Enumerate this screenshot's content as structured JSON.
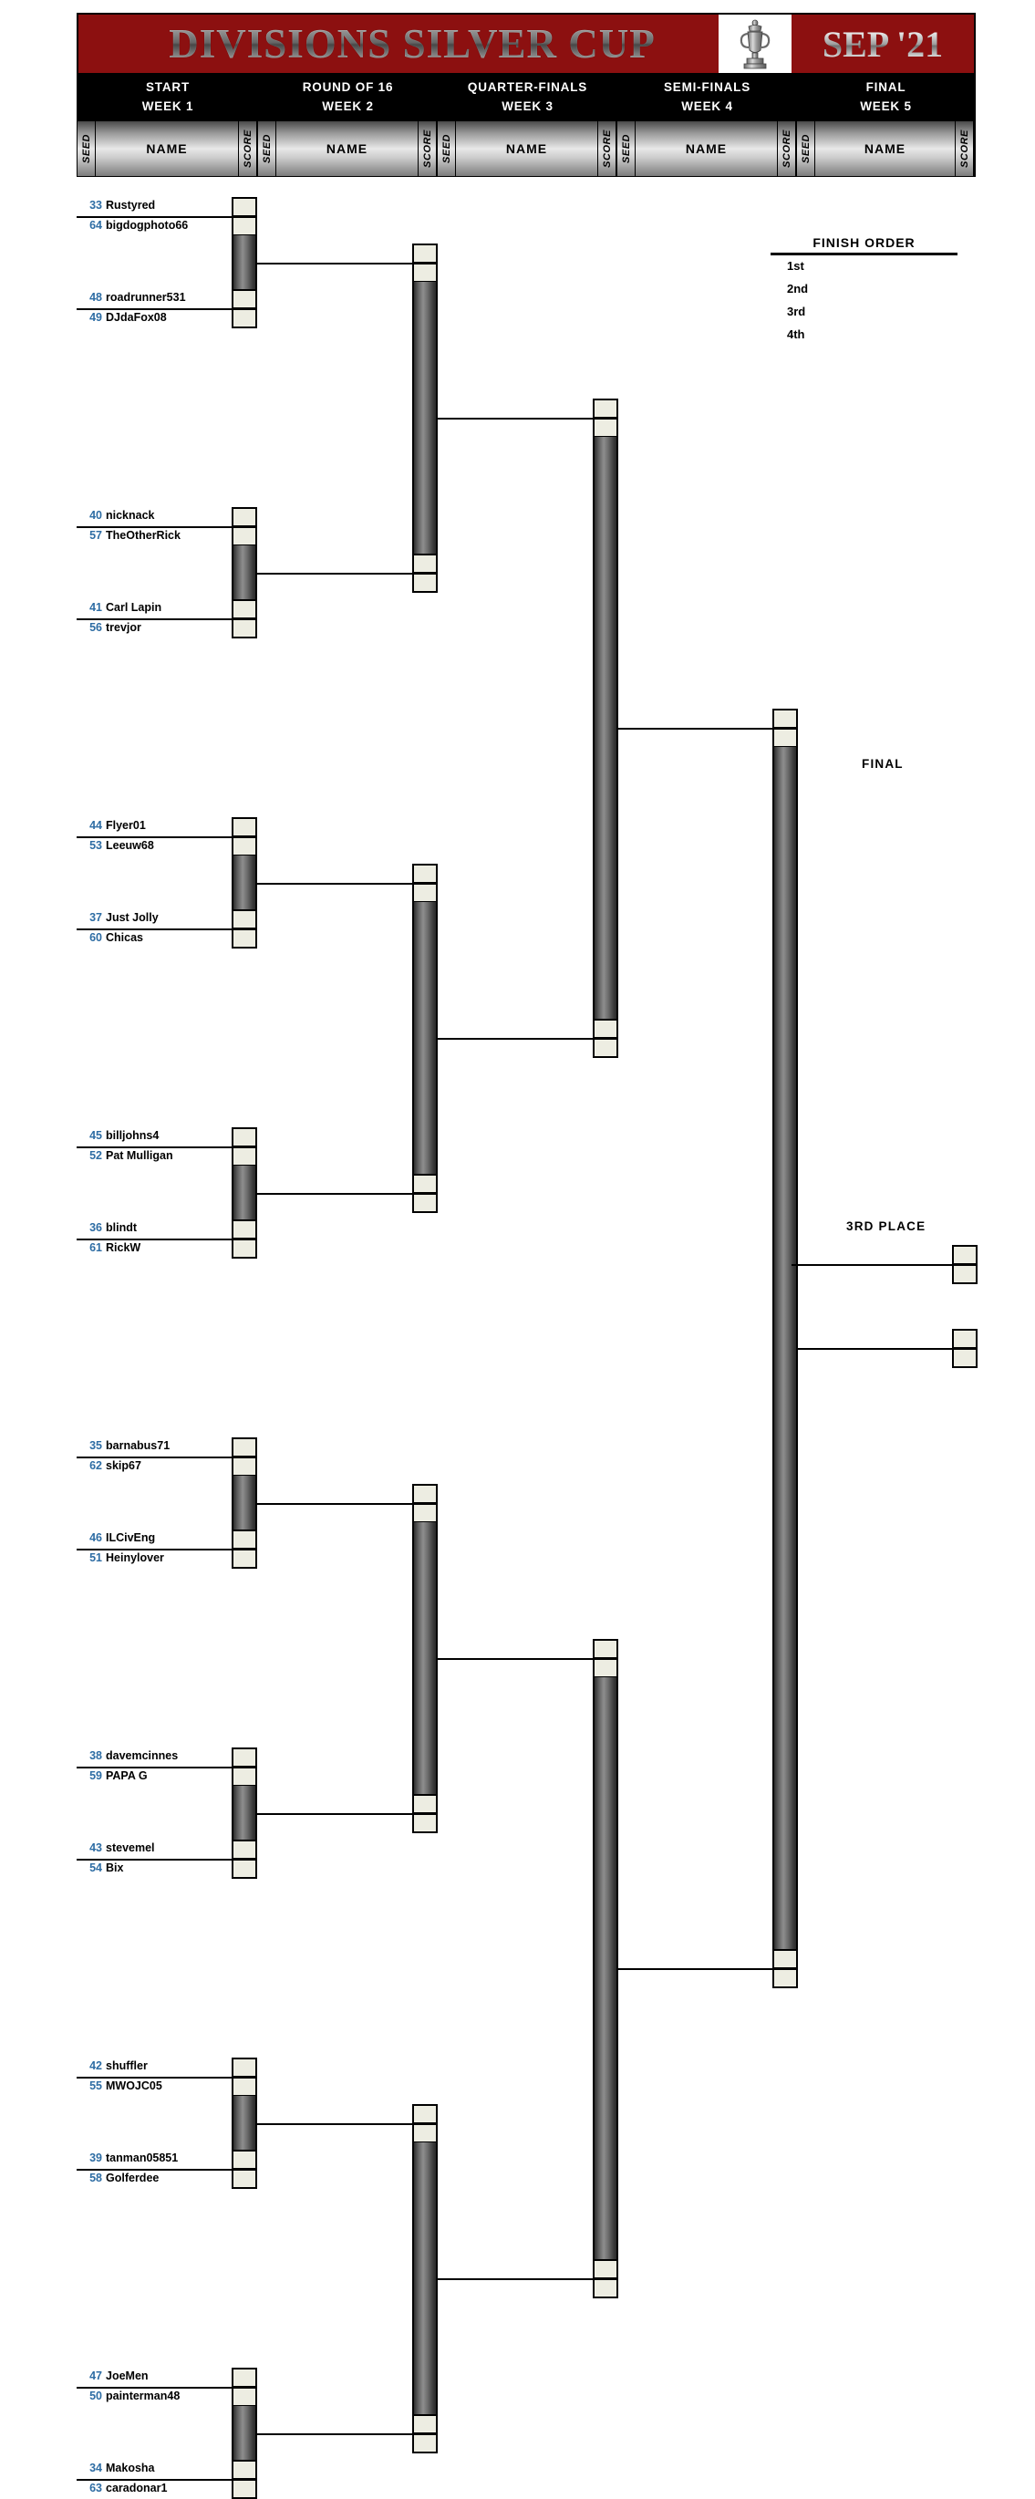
{
  "banner": {
    "title": "DIVISIONS SILVER CUP",
    "date": "SEP '21",
    "trophy_icon": "trophy-icon",
    "bg_color": "#8c1010"
  },
  "rounds": [
    {
      "name": "START",
      "week": "WEEK 1"
    },
    {
      "name": "ROUND OF 16",
      "week": "WEEK 2"
    },
    {
      "name": "QUARTER-FINALS",
      "week": "WEEK 3"
    },
    {
      "name": "SEMI-FINALS",
      "week": "WEEK 4"
    },
    {
      "name": "FINAL",
      "week": "WEEK 5"
    }
  ],
  "column_headers": {
    "seed": "SEED",
    "name": "NAME",
    "score": "SCORE"
  },
  "matches": [
    {
      "players": [
        {
          "seed": "33",
          "name": "Rustyred"
        },
        {
          "seed": "64",
          "name": "bigdogphoto66"
        }
      ]
    },
    {
      "players": [
        {
          "seed": "48",
          "name": "roadrunner531"
        },
        {
          "seed": "49",
          "name": "DJdaFox08"
        }
      ]
    },
    {
      "players": [
        {
          "seed": "40",
          "name": "nicknack"
        },
        {
          "seed": "57",
          "name": "TheOtherRick"
        }
      ]
    },
    {
      "players": [
        {
          "seed": "41",
          "name": "Carl Lapin"
        },
        {
          "seed": "56",
          "name": "trevjor"
        }
      ]
    },
    {
      "players": [
        {
          "seed": "44",
          "name": "Flyer01"
        },
        {
          "seed": "53",
          "name": "Leeuw68"
        }
      ]
    },
    {
      "players": [
        {
          "seed": "37",
          "name": "Just Jolly"
        },
        {
          "seed": "60",
          "name": "Chicas"
        }
      ]
    },
    {
      "players": [
        {
          "seed": "45",
          "name": "billjohns4"
        },
        {
          "seed": "52",
          "name": "Pat Mulligan"
        }
      ]
    },
    {
      "players": [
        {
          "seed": "36",
          "name": "blindt"
        },
        {
          "seed": "61",
          "name": "RickW"
        }
      ]
    },
    {
      "players": [
        {
          "seed": "35",
          "name": "barnabus71"
        },
        {
          "seed": "62",
          "name": "skip67"
        }
      ]
    },
    {
      "players": [
        {
          "seed": "46",
          "name": "ILCivEng"
        },
        {
          "seed": "51",
          "name": "Heinylover"
        }
      ]
    },
    {
      "players": [
        {
          "seed": "38",
          "name": "davemcinnes"
        },
        {
          "seed": "59",
          "name": "PAPA G"
        }
      ]
    },
    {
      "players": [
        {
          "seed": "43",
          "name": "stevemel"
        },
        {
          "seed": "54",
          "name": "Bix"
        }
      ]
    },
    {
      "players": [
        {
          "seed": "42",
          "name": "shuffler"
        },
        {
          "seed": "55",
          "name": "MWOJC05"
        }
      ]
    },
    {
      "players": [
        {
          "seed": "39",
          "name": "tanman05851"
        },
        {
          "seed": "58",
          "name": "Golferdee"
        }
      ]
    },
    {
      "players": [
        {
          "seed": "47",
          "name": "JoeMen"
        },
        {
          "seed": "50",
          "name": "painterman48"
        }
      ]
    },
    {
      "players": [
        {
          "seed": "34",
          "name": "Makosha"
        },
        {
          "seed": "63",
          "name": "caradonar1"
        }
      ]
    }
  ],
  "finish_order": {
    "title": "FINISH ORDER",
    "places": [
      {
        "label": "1st",
        "winner": ""
      },
      {
        "label": "2nd",
        "winner": ""
      },
      {
        "label": "3rd",
        "winner": ""
      },
      {
        "label": "4th",
        "winner": ""
      }
    ]
  },
  "stages": {
    "final_label": "FINAL",
    "third_place_label": "3RD PLACE"
  },
  "colors": {
    "seed_text": "#2E6DA4",
    "score_box": "#EDEDE2",
    "banner_red": "#8c1010",
    "bar_dark": "#3a3a3a"
  }
}
